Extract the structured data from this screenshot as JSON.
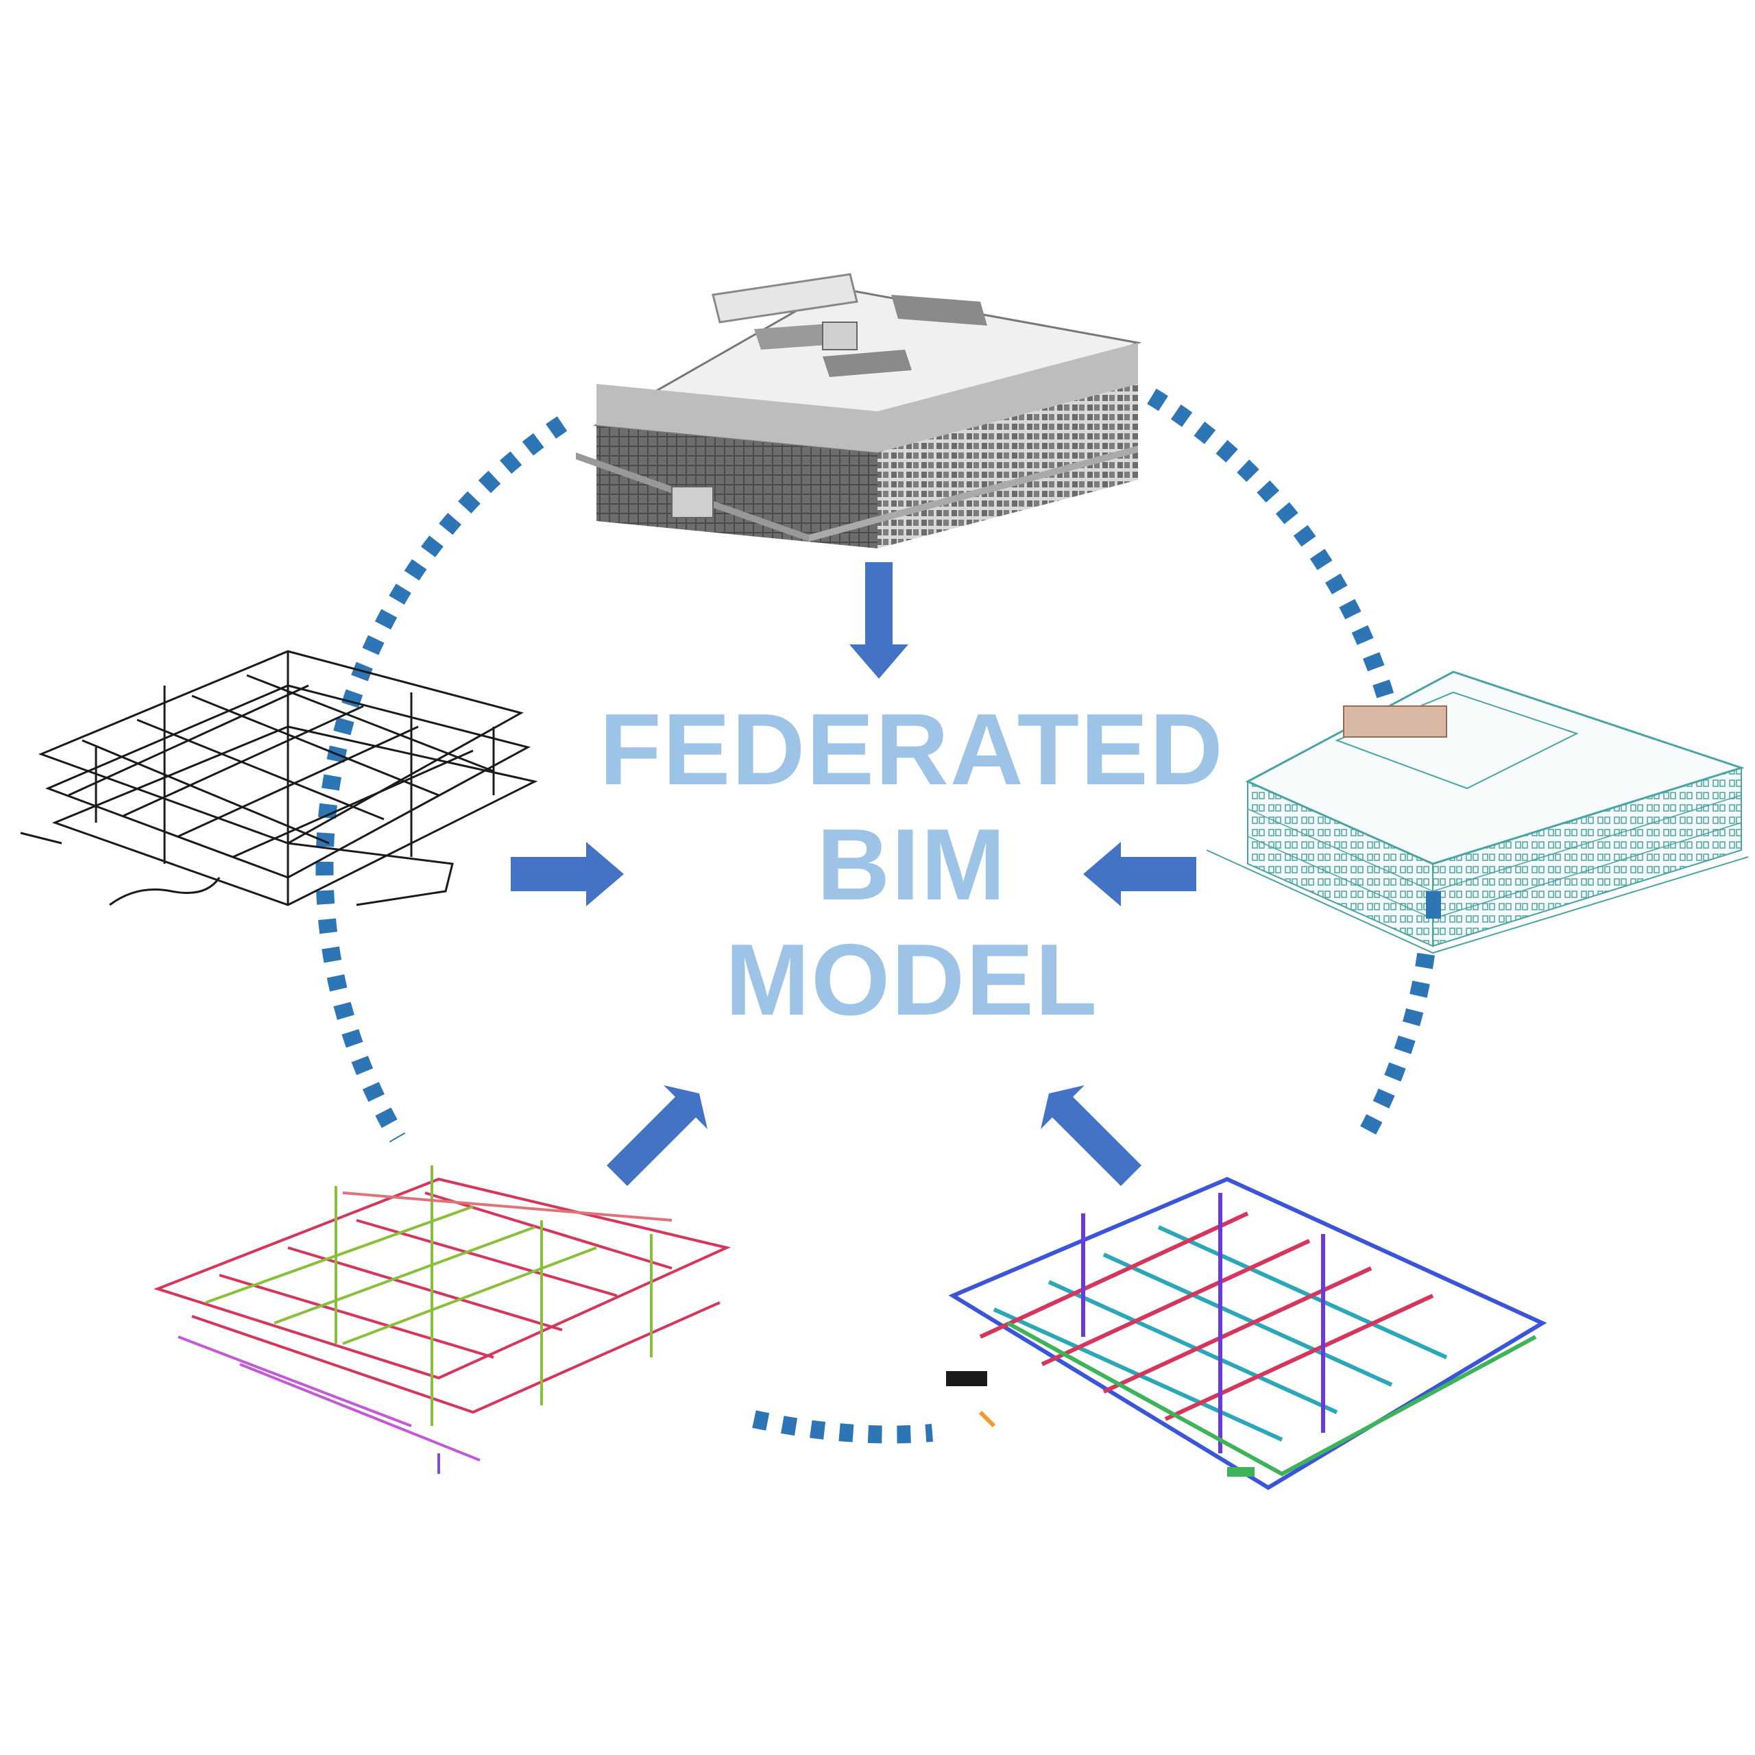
{
  "title_lines": [
    "FEDERATED",
    "BIM",
    "MODEL"
  ],
  "colors": {
    "title": "#9DC3E6",
    "arrow": "#4472C4",
    "dotted_ring": "#2E75B6",
    "architectural_model": "#5a5a5a",
    "structural_model": "#1a1a1a",
    "facade_model": "#4aa3a3",
    "plumbing_model": "#d4365c",
    "mep_model": "#3b55d9"
  },
  "models": [
    {
      "id": "architectural",
      "icon": "building-render-icon"
    },
    {
      "id": "structural",
      "icon": "structural-frame-icon"
    },
    {
      "id": "facade",
      "icon": "wireframe-building-icon"
    },
    {
      "id": "plumbing",
      "icon": "pipe-network-icon"
    },
    {
      "id": "mep",
      "icon": "mep-ducts-icon"
    }
  ]
}
